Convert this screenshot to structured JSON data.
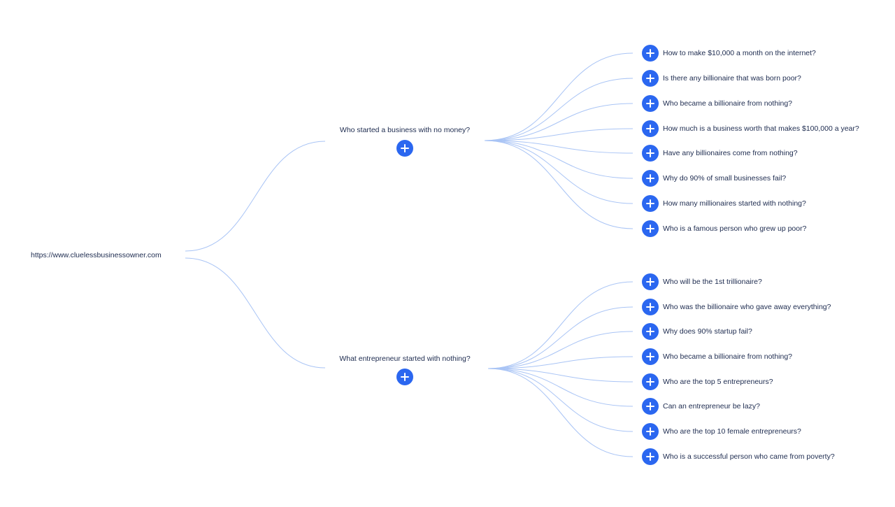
{
  "root": {
    "label": "https://www.cluelessbusinessowner.com"
  },
  "branches": [
    {
      "label": "Who started a business with no money?",
      "children": [
        "How to make $10,000 a month on the internet?",
        "Is there any billionaire that was born poor?",
        "Who became a billionaire from nothing?",
        "How much is a business worth that makes $100,000 a year?",
        "Have any billionaires come from nothing?",
        "Why do 90% of small businesses fail?",
        "How many millionaires started with nothing?",
        "Who is a famous person who grew up poor?"
      ]
    },
    {
      "label": "What entrepreneur started with nothing?",
      "children": [
        "Who will be the 1st trillionaire?",
        "Who was the billionaire who gave away everything?",
        "Why does 90% startup fail?",
        "Who became a billionaire from nothing?",
        "Who are the top 5 entrepreneurs?",
        "Can an entrepreneur be lazy?",
        "Who are the top 10 female entrepreneurs?",
        "Who is a successful person who came from poverty?"
      ]
    }
  ],
  "colors": {
    "accent": "#2b67f0",
    "link": "#a9c4f5",
    "text": "#1d2b4f"
  },
  "icons": {
    "expand": "plus-circle-icon"
  }
}
